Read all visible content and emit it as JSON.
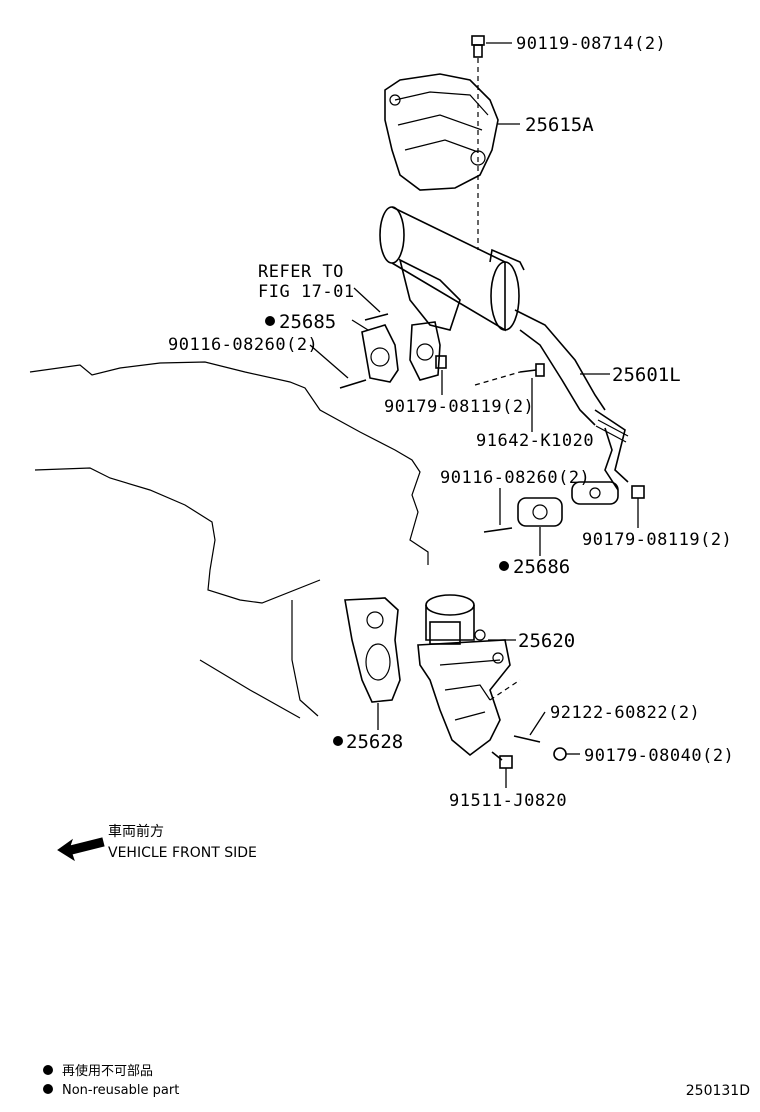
{
  "callouts": {
    "bolt_top": "90119-08714(2)",
    "heat_insulator": "25615A",
    "refer_line1": "REFER TO",
    "refer_line2": "FIG 17-01",
    "gasket_25685": "25685",
    "stud_90116_a": "90116-08260(2)",
    "egr_cooler": "25601L",
    "nut_90179_a": "90179-08119(2)",
    "bolt_91642": "91642-K1020",
    "stud_90116_b": "90116-08260(2)",
    "nut_90179_b": "90179-08119(2)",
    "gasket_25686": "25686",
    "egr_valve": "25620",
    "stud_92122": "92122-60822(2)",
    "nut_90179_c": "90179-08040(2)",
    "gasket_25628": "25628",
    "bolt_91511": "91511-J0820"
  },
  "direction": {
    "label_jp": "車両前方",
    "label_en": "VEHICLE FRONT SIDE",
    "icon": "arrow-left-icon"
  },
  "legend": {
    "label_jp": "再使用不可部品",
    "label_en": "Non-reusable part",
    "icon": "filled-dot-icon"
  },
  "figure_id": "250131D"
}
